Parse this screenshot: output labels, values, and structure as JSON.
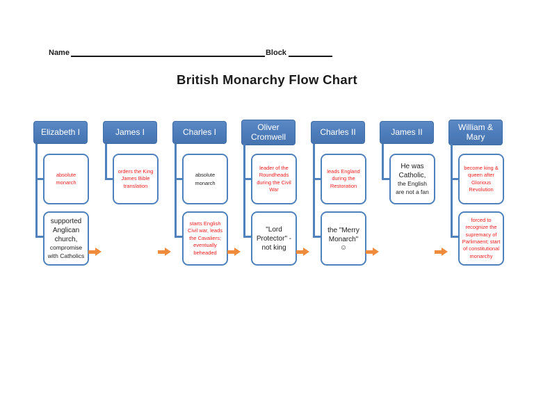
{
  "page": {
    "name_label": "Name",
    "block_label": "Block",
    "title": "British Monarchy Flow Chart"
  },
  "colors": {
    "header_blue": "#4d7cba",
    "border_blue": "#4f81bd",
    "arrow_orange": "#ee8b3d",
    "note_red": "#ef1d1d",
    "text_black": "#1b1b1b"
  },
  "chart": {
    "columns": [
      {
        "header": "Elizabeth I",
        "boxes": [
          {
            "lines": [
              "absolute monarch"
            ]
          },
          {
            "lines": [
              "supported Anglican church,",
              "compromise with Catholics"
            ]
          }
        ]
      },
      {
        "header": "James I",
        "boxes": [
          {
            "lines": [
              "orders the King James Bible translation"
            ]
          }
        ]
      },
      {
        "header": "Charles I",
        "boxes": [
          {
            "lines": [
              "absolute monarch"
            ]
          },
          {
            "lines": [
              "starts English Civil war, leads the Cavaliers; eventually beheaded"
            ]
          }
        ]
      },
      {
        "header": "Oliver Cromwell",
        "boxes": [
          {
            "lines": [
              "leader of the Roundheads during the Civil War"
            ]
          },
          {
            "lines": [
              "\"Lord Protector\" - not king"
            ]
          }
        ]
      },
      {
        "header": "Charles II",
        "boxes": [
          {
            "lines": [
              "leads England during the Restoration"
            ]
          },
          {
            "lines": [
              "the \"Merry Monarch\"",
              "☺"
            ]
          }
        ]
      },
      {
        "header": "James II",
        "boxes": [
          {
            "lines": [
              "He was Catholic,",
              "the English are not a fan"
            ]
          }
        ]
      },
      {
        "header": "William & Mary",
        "boxes": [
          {
            "lines": [
              "become king & queen after Glorious Revolution"
            ]
          },
          {
            "lines": [
              "forced to recognize the supremacy of Parlimaent; start of constitutional monarchy"
            ]
          }
        ]
      }
    ]
  }
}
